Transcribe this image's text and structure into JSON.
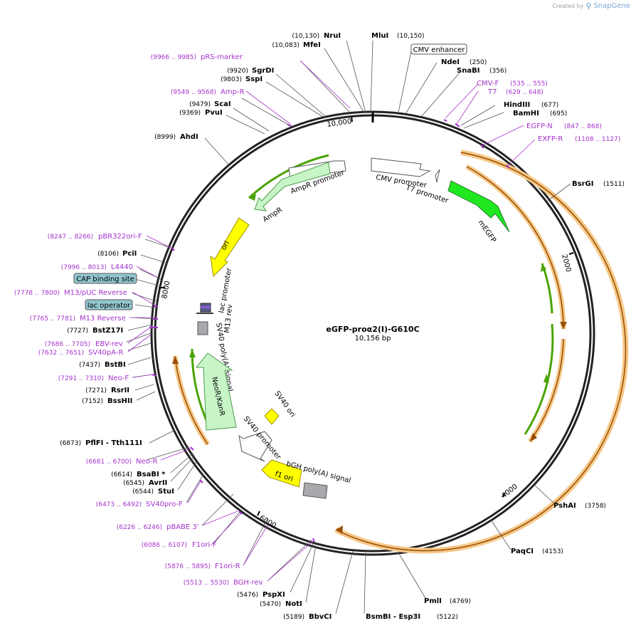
{
  "credit": {
    "prefix": "Created by",
    "brand": "SnapGene"
  },
  "plasmid": {
    "name": "eGFP-proα2(I)-G610C",
    "size": "10,156 bp"
  },
  "ruler": [
    "2000",
    "4000",
    "6000",
    "8000",
    "10,000"
  ],
  "sites": [
    {
      "name": "NruI",
      "pos": "(10,130)"
    },
    {
      "name": "MluI",
      "pos": "(10,150)"
    },
    {
      "name": "MfeI",
      "pos": "(10,083)"
    },
    {
      "name": "SgrDI",
      "pos": "(9920)"
    },
    {
      "name": "SspI",
      "pos": "(9803)"
    },
    {
      "name": "ScaI",
      "pos": "(9479)"
    },
    {
      "name": "PvuI",
      "pos": "(9369)"
    },
    {
      "name": "AhdI",
      "pos": "(8999)"
    },
    {
      "name": "PciI",
      "pos": "(8106)"
    },
    {
      "name": "BstZ17I",
      "pos": "(7727)"
    },
    {
      "name": "BstBI",
      "pos": "(7437)"
    },
    {
      "name": "RsrII",
      "pos": "(7271)"
    },
    {
      "name": "BssHII",
      "pos": "(7152)"
    },
    {
      "name": "PflFI - Tth111I",
      "pos": "(6873)"
    },
    {
      "name": "BsaBI *",
      "pos": "(6614)"
    },
    {
      "name": "AvrII",
      "pos": "(6545)"
    },
    {
      "name": "StuI",
      "pos": "(6544)"
    },
    {
      "name": "PspXI",
      "pos": "(5476)"
    },
    {
      "name": "NotI",
      "pos": "(5470)"
    },
    {
      "name": "BbvCI",
      "pos": "(5189)"
    },
    {
      "name": "BsmBI - Esp3I",
      "pos": "(5122)"
    },
    {
      "name": "PmlI",
      "pos": "(4769)"
    },
    {
      "name": "PaqCI",
      "pos": "(4153)"
    },
    {
      "name": "PshAI",
      "pos": "(3758)"
    },
    {
      "name": "BsrGI",
      "pos": "(1511)"
    },
    {
      "name": "NdeI",
      "pos": "(250)"
    },
    {
      "name": "SnaBI",
      "pos": "(356)"
    },
    {
      "name": "HindIII",
      "pos": "(677)"
    },
    {
      "name": "BamHI",
      "pos": "(695)"
    }
  ],
  "primers": [
    {
      "name": "pRS-marker",
      "pos": "(9966 .. 9985)"
    },
    {
      "name": "Amp-R",
      "pos": "(9549 .. 9568)"
    },
    {
      "name": "pBR322ori-F",
      "pos": "(8247 .. 8266)"
    },
    {
      "name": "L4440",
      "pos": "(7996 .. 8013)"
    },
    {
      "name": "M13/pUC Reverse",
      "pos": "(7778 .. 7800)"
    },
    {
      "name": "M13 Reverse",
      "pos": "(7765 .. 7781)"
    },
    {
      "name": "EBV-rev",
      "pos": "(7686 .. 7705)"
    },
    {
      "name": "SV40pA-R",
      "pos": "(7632 .. 7651)"
    },
    {
      "name": "Neo-F",
      "pos": "(7291 .. 7310)"
    },
    {
      "name": "Neo-R",
      "pos": "(6681 .. 6700)"
    },
    {
      "name": "SV40pro-F",
      "pos": "(6473 .. 6492)"
    },
    {
      "name": "pBABE 3'",
      "pos": "(6226 .. 6246)"
    },
    {
      "name": "F1ori-F",
      "pos": "(6086 .. 6107)"
    },
    {
      "name": "F1ori-R",
      "pos": "(5876 .. 5895)"
    },
    {
      "name": "BGH-rev",
      "pos": "(5513 .. 5530)"
    },
    {
      "name": "CMV-F",
      "pos": "(535 .. 555)"
    },
    {
      "name": "T7",
      "pos": "(629 .. 648)"
    },
    {
      "name": "EGFP-N",
      "pos": "(847 .. 868)"
    },
    {
      "name": "EXFP-R",
      "pos": "(1108 .. 1127)"
    }
  ],
  "boxed": [
    "CMV enhancer",
    "CAP binding site",
    "lac operator"
  ],
  "features": [
    "CMV promoter",
    "T7 promoter",
    "mEGFP",
    "AmpR promoter",
    "AmpR",
    "ori",
    "lac promoter",
    "M13 rev",
    "SV40 poly(A) signal",
    "NeoR/KanR",
    "SV40 ori",
    "SV40 promoter",
    "f1 ori",
    "bGH poly(A) signal"
  ],
  "colors": {
    "primer": "#a533cc",
    "amp": "#c8f5c8",
    "cmv": "#ffffff",
    "egfp": "#1fe81f",
    "ori": "#ffff00",
    "orfOrange": "#f5c98a",
    "orfLine": "#9b4d00",
    "greenLine": "#4aa300",
    "polyA": "#a7a9ac",
    "boxFill": "#92c6cf"
  }
}
